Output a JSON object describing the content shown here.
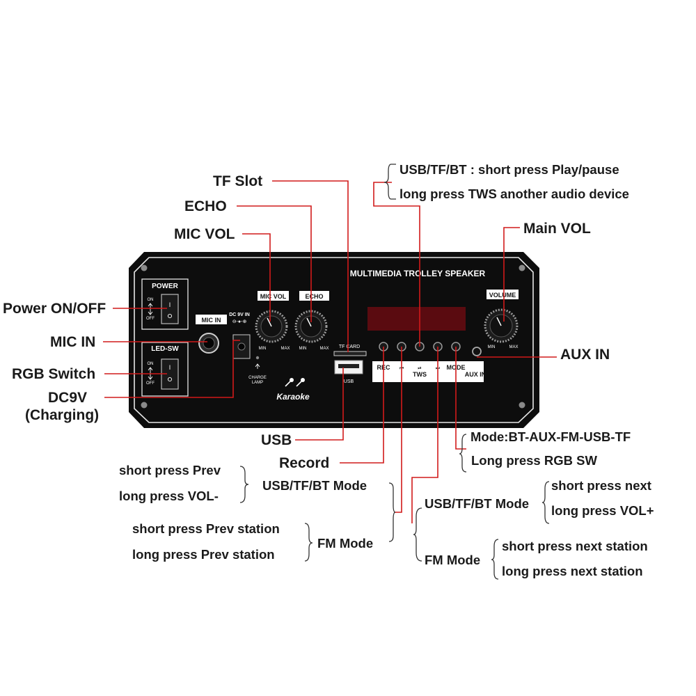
{
  "panel": {
    "title": "MULTIMEDIA TROLLEY SPEAKER",
    "power_box": "POWER",
    "led_box": "LED-SW",
    "on": "ON",
    "off": "OFF",
    "mic_in_tag": "MIC IN",
    "dc_in": "DC 9V IN",
    "charge_lamp": "CHARGE LAMP",
    "mic_vol_tag": "MIC VOL",
    "echo_tag": "ECHO",
    "volume_tag": "VOLUME",
    "min": "MIN",
    "max": "MAX",
    "tf_card": "TF CARD",
    "usb": "USB",
    "karaoke": "Karaoke",
    "btn_rec": "REC",
    "btn_tws": "TWS",
    "btn_mode": "MODE",
    "aux_in": "AUX IN"
  },
  "callouts": {
    "tf_slot": "TF Slot",
    "echo": "ECHO",
    "mic_vol": "MIC VOL",
    "power": "Power ON/OFF",
    "mic_in": "MIC IN",
    "rgb_switch": "RGB Switch",
    "dc9v": "DC9V",
    "charging": "(Charging)",
    "usb": "USB",
    "record": "Record",
    "main_vol": "Main VOL",
    "aux_in": "AUX IN",
    "play_short": "USB/TF/BT : short press Play/pause",
    "play_long": "long press TWS another audio device",
    "mode_line1": "Mode:BT-AUX-FM-USB-TF",
    "mode_line2": "Long press RGB SW",
    "prev_short": "short press Prev",
    "prev_long": "long press VOL-",
    "prev_mode_usb": "USB/TF/BT Mode",
    "prev_station_short": "short press Prev station",
    "prev_station_long": "long press Prev station",
    "prev_mode_fm": "FM Mode",
    "next_mode_usb": "USB/TF/BT Mode",
    "next_short": "short press next",
    "next_long": "long press VOL+",
    "next_mode_fm": "FM Mode",
    "next_station_short": "short press next station",
    "next_station_long": "long press next  station"
  },
  "colors": {
    "leader": "#d11a1a",
    "panel": "#0d0d0d",
    "display": "#5a0b10"
  }
}
